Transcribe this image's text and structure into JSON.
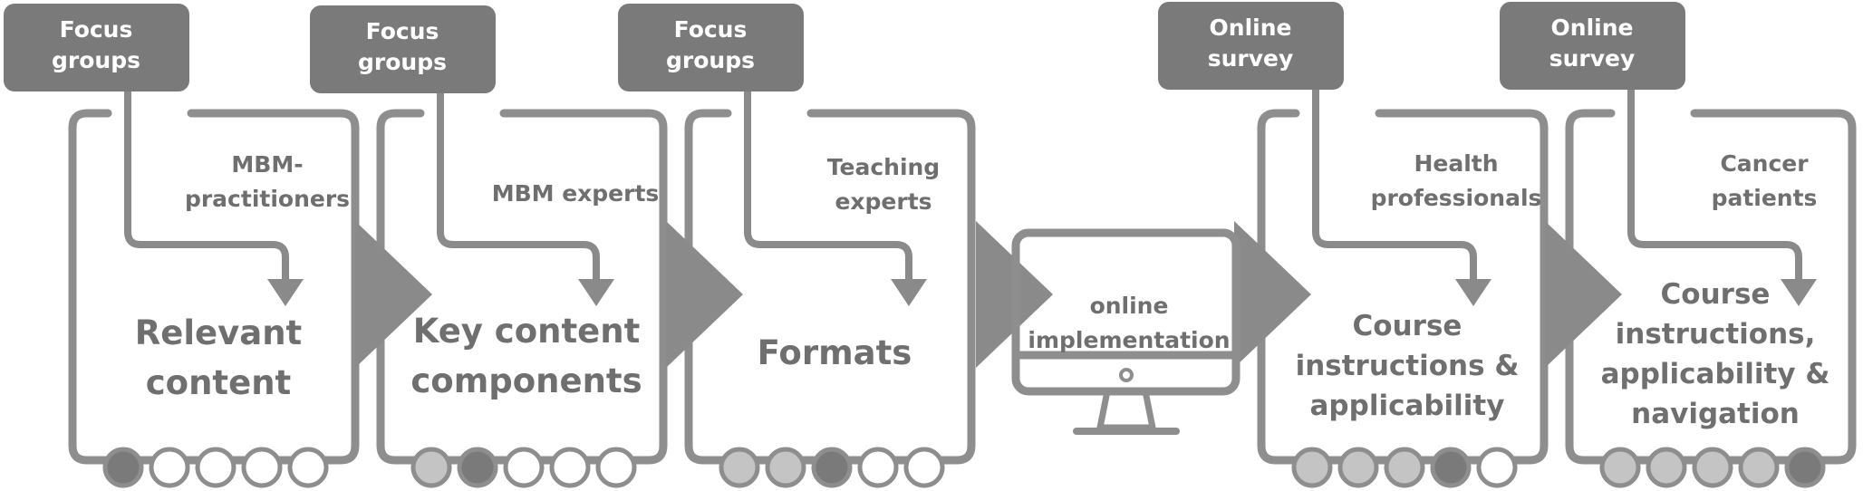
{
  "colors": {
    "dark": "#7a7a7a",
    "mid": "#c4c4c4",
    "frame": "#8e8e8e",
    "arrow": "#8a8a8a",
    "text": "#6f6f6f",
    "method_text": "#ffffff",
    "background": "#ffffff"
  },
  "stages": [
    {
      "method": [
        "Focus",
        "groups"
      ],
      "participants": [
        "MBM-",
        "practitioners"
      ],
      "outcome": [
        "Relevant",
        "content"
      ],
      "dots": [
        "dark",
        "empty",
        "empty",
        "empty",
        "empty"
      ]
    },
    {
      "method": [
        "Focus",
        "groups"
      ],
      "participants": [
        "MBM experts"
      ],
      "outcome": [
        "Key content",
        "components"
      ],
      "dots": [
        "light",
        "dark",
        "empty",
        "empty",
        "empty"
      ]
    },
    {
      "method": [
        "Focus",
        "groups"
      ],
      "participants": [
        "Teaching",
        "experts"
      ],
      "outcome": [
        "Formats"
      ],
      "dots": [
        "light",
        "light",
        "dark",
        "empty",
        "empty"
      ]
    },
    {
      "method": [
        "Online",
        "survey"
      ],
      "participants": [
        "Health",
        "professionals"
      ],
      "outcome": [
        "Course",
        "instructions &",
        "applicability"
      ],
      "dots": [
        "light",
        "light",
        "light",
        "dark",
        "empty"
      ]
    },
    {
      "method": [
        "Online",
        "survey"
      ],
      "participants": [
        "Cancer",
        "patients"
      ],
      "outcome": [
        "Course",
        "instructions,",
        "applicability &",
        "navigation"
      ],
      "dots": [
        "light",
        "light",
        "light",
        "light",
        "dark"
      ]
    }
  ],
  "implementation": {
    "label": [
      "online",
      "implementation"
    ],
    "icon": "computer-monitor-icon"
  },
  "flow_arrow_icon": "triangle-right-icon",
  "bent_arrow_icon": "bent-down-arrow-icon"
}
